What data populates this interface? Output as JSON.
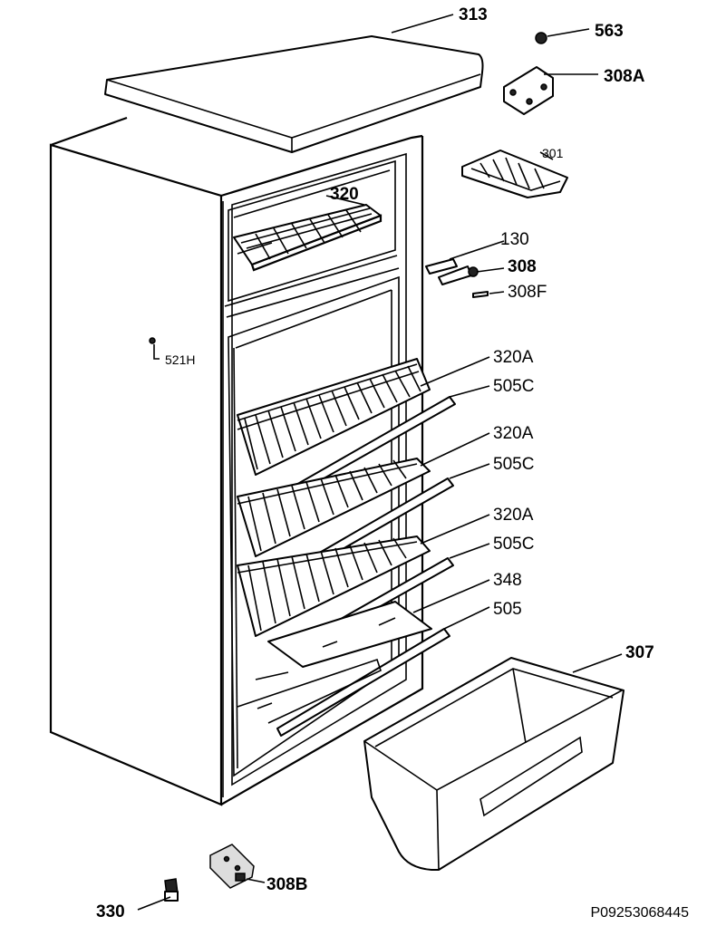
{
  "labels": {
    "l313": "313",
    "l563": "563",
    "l308A": "308A",
    "l301": "301",
    "l320": "320",
    "l130": "130",
    "l308": "308",
    "l308F": "308F",
    "l521H": "521H",
    "l320A_1": "320A",
    "l505C_1": "505C",
    "l320A_2": "320A",
    "l505C_2": "505C",
    "l320A_3": "320A",
    "l505C_3": "505C",
    "l348": "348",
    "l505": "505",
    "l307": "307",
    "l308B": "308B",
    "l330": "330"
  },
  "drawing_code": "P09253068445"
}
